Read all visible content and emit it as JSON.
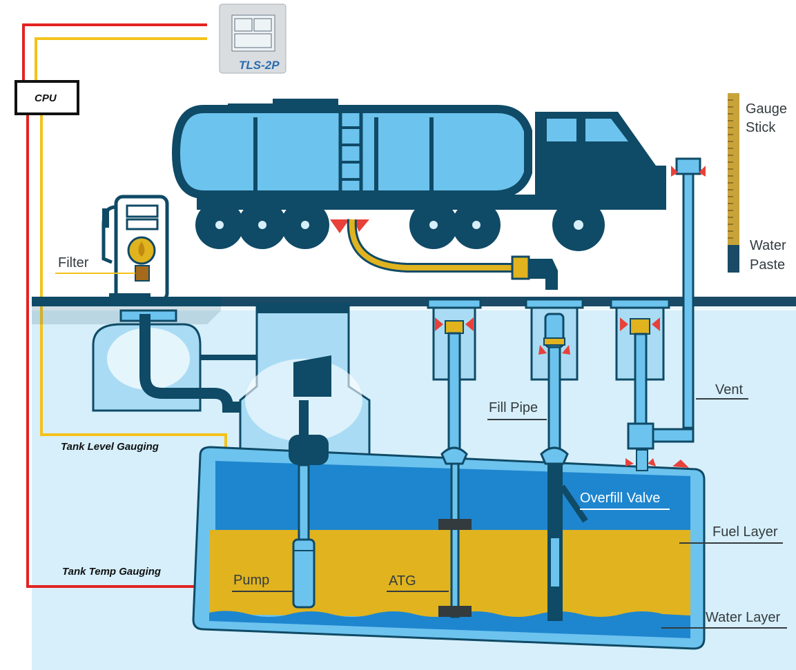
{
  "labels": {
    "cpu": "CPU",
    "gauge_stick_1": "Gauge",
    "gauge_stick_2": "Stick",
    "water_paste_1": "Water",
    "water_paste_2": "Paste",
    "filter": "Filter",
    "vent": "Vent",
    "fill_pipe": "Fill Pipe",
    "overfill_valve": "Overfill Valve",
    "fuel_layer": "Fuel Layer",
    "water_layer": "Water Layer",
    "pump": "Pump",
    "atg": "ATG",
    "tank_level_gauging": "Tank Level Gauging",
    "tank_temp_gauging": "Tank Temp Gauging",
    "console_brand": "TLS-2P"
  },
  "colors": {
    "dark_navy": "#0f4a66",
    "light_blue": "#6cc3ee",
    "ground_blue": "#d6effa",
    "fuel_yellow": "#e0b31f",
    "fuel_blue": "#1e86cf",
    "wire_red": "#e32222",
    "wire_yellow": "#f4c21b",
    "arrow_red": "#e8413a"
  }
}
